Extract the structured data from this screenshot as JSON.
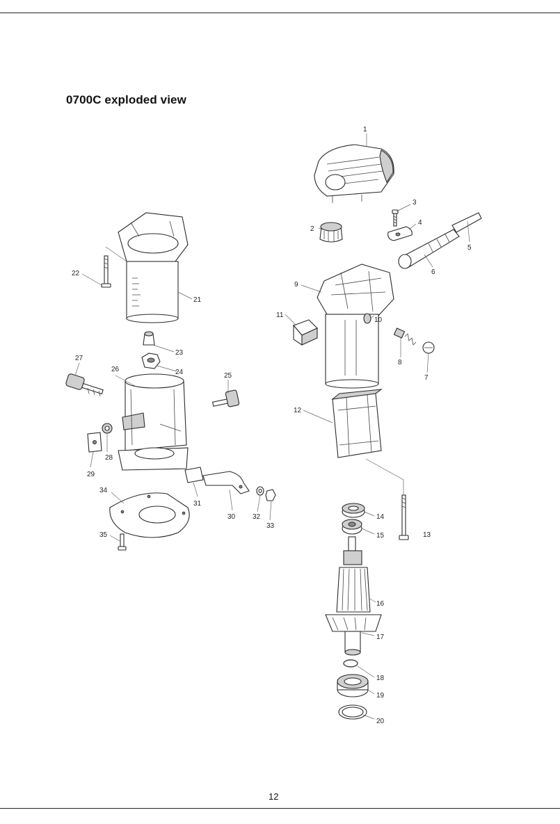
{
  "header": {
    "title": "0700C exploded view"
  },
  "footer": {
    "page_number": "12"
  },
  "parts": [
    {
      "number": "1"
    },
    {
      "number": "2"
    },
    {
      "number": "3"
    },
    {
      "number": "4"
    },
    {
      "number": "5"
    },
    {
      "number": "6"
    },
    {
      "number": "7"
    },
    {
      "number": "8"
    },
    {
      "number": "9"
    },
    {
      "number": "10"
    },
    {
      "number": "11"
    },
    {
      "number": "12"
    },
    {
      "number": "13"
    },
    {
      "number": "14"
    },
    {
      "number": "15"
    },
    {
      "number": "16"
    },
    {
      "number": "17"
    },
    {
      "number": "18"
    },
    {
      "number": "19"
    },
    {
      "number": "20"
    },
    {
      "number": "21"
    },
    {
      "number": "22"
    },
    {
      "number": "23"
    },
    {
      "number": "24"
    },
    {
      "number": "25"
    },
    {
      "number": "26"
    },
    {
      "number": "27"
    },
    {
      "number": "28"
    },
    {
      "number": "29"
    },
    {
      "number": "30"
    },
    {
      "number": "31"
    },
    {
      "number": "32"
    },
    {
      "number": "33"
    },
    {
      "number": "34"
    },
    {
      "number": "35"
    }
  ]
}
